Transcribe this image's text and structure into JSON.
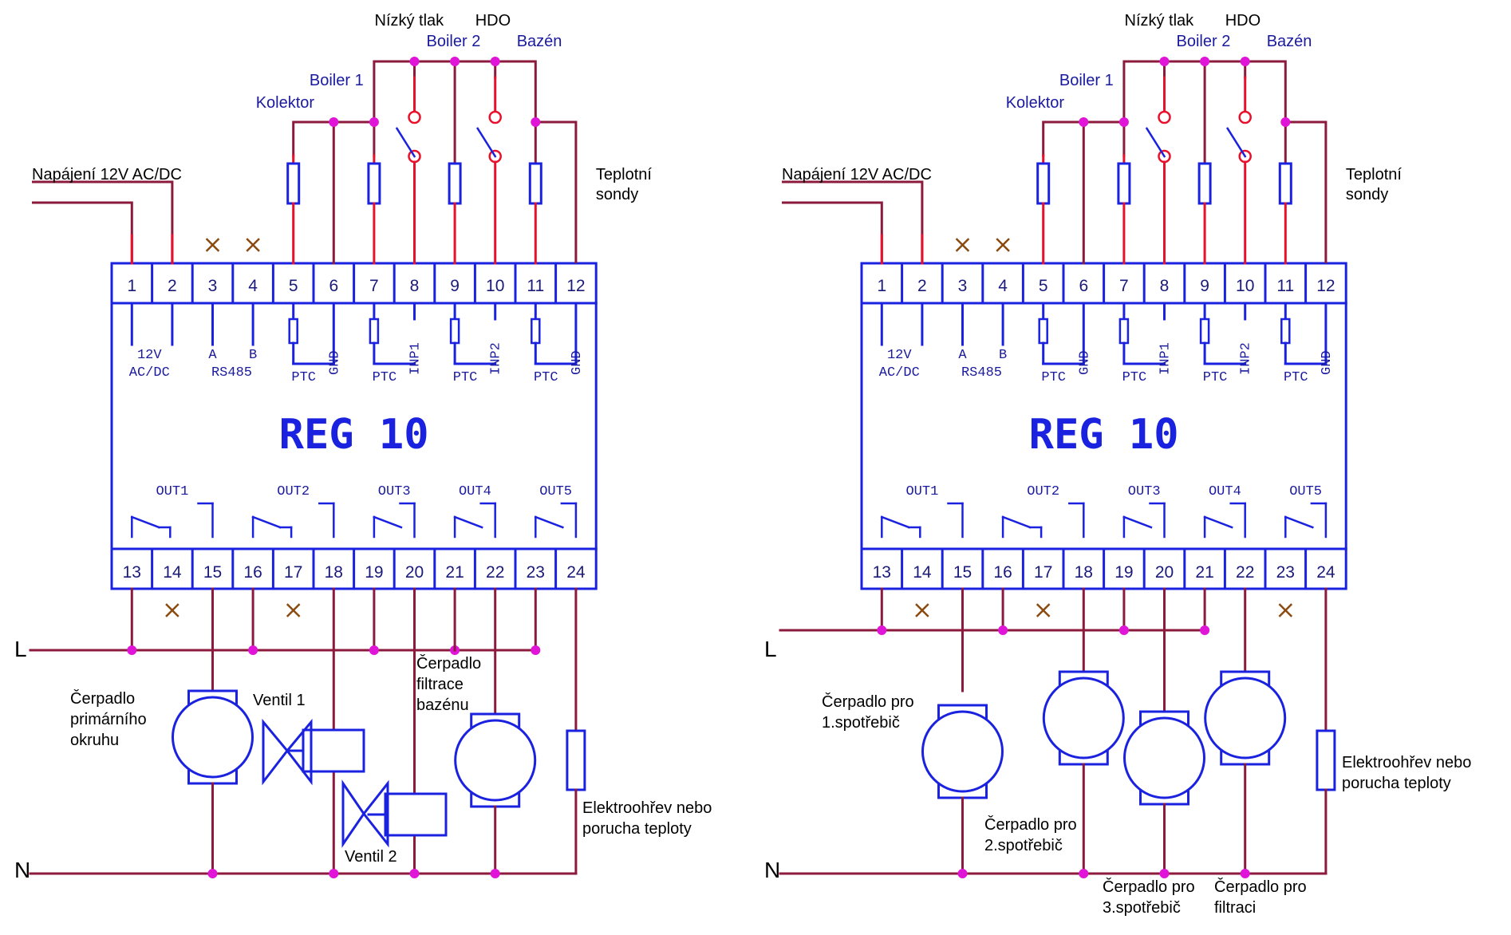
{
  "colors": {
    "box": "#1a22e0",
    "wire": "#8b1a3c",
    "signal": "#e8102a",
    "node": "#e015d8",
    "cross": "#8b4a10",
    "label": "#000000",
    "blue_label": "#1a1a9e",
    "terminal_num": "#1a1a7a"
  },
  "left": {
    "device_title": "REG 10",
    "top_terminals": [
      "1",
      "2",
      "3",
      "4",
      "5",
      "6",
      "7",
      "8",
      "9",
      "10",
      "11",
      "12"
    ],
    "bottom_terminals": [
      "13",
      "14",
      "15",
      "16",
      "17",
      "18",
      "19",
      "20",
      "21",
      "22",
      "23",
      "24"
    ],
    "power_12v": "12V",
    "power_acdc": "AC/DC",
    "rs485_a": "A",
    "rs485_b": "B",
    "rs485": "RS485",
    "ptc": "PTC",
    "gnd": "GND",
    "inp1": "INP1",
    "inp2": "INP2",
    "outputs": [
      "OUT1",
      "OUT2",
      "OUT3",
      "OUT4",
      "OUT5"
    ],
    "supply_label": "Napájení 12V AC/DC",
    "sensors_label_1": "Teplotní",
    "sensors_label_2": "sondy",
    "kolektor": "Kolektor",
    "boiler1": "Boiler 1",
    "boiler2": "Boiler 2",
    "bazen": "Bazén",
    "nizky_tlak": "Nízký tlak",
    "hdo": "HDO",
    "line_L": "L",
    "line_N": "N",
    "pump_primary": [
      "Čerpadlo",
      "primárního",
      "okruhu"
    ],
    "valve1": "Ventil 1",
    "valve2": "Ventil 2",
    "pump_filter": [
      "Čerpadlo",
      "filtrace",
      "bazénu"
    ],
    "heater": [
      "Elektroohřev nebo",
      "porucha teploty"
    ]
  },
  "right": {
    "device_title": "REG 10",
    "top_terminals": [
      "1",
      "2",
      "3",
      "4",
      "5",
      "6",
      "7",
      "8",
      "9",
      "10",
      "11",
      "12"
    ],
    "bottom_terminals": [
      "13",
      "14",
      "15",
      "16",
      "17",
      "18",
      "19",
      "20",
      "21",
      "22",
      "23",
      "24"
    ],
    "power_12v": "12V",
    "power_acdc": "AC/DC",
    "rs485_a": "A",
    "rs485_b": "B",
    "rs485": "RS485",
    "ptc": "PTC",
    "gnd": "GND",
    "inp1": "INP1",
    "inp2": "INP2",
    "outputs": [
      "OUT1",
      "OUT2",
      "OUT3",
      "OUT4",
      "OUT5"
    ],
    "supply_label": "Napájení 12V AC/DC",
    "sensors_label_1": "Teplotní",
    "sensors_label_2": "sondy",
    "kolektor": "Kolektor",
    "boiler1": "Boiler 1",
    "boiler2": "Boiler 2",
    "bazen": "Bazén",
    "nizky_tlak": "Nízký tlak",
    "hdo": "HDO",
    "line_L": "L",
    "line_N": "N",
    "pump1": [
      "Čerpadlo pro",
      "1.spotřebič"
    ],
    "pump2": [
      "Čerpadlo pro",
      "2.spotřebič"
    ],
    "pump3": [
      "Čerpadlo pro",
      "3.spotřebič"
    ],
    "pump4": [
      "Čerpadlo pro",
      "filtraci"
    ],
    "heater": [
      "Elektroohřev nebo",
      "porucha teploty"
    ]
  }
}
